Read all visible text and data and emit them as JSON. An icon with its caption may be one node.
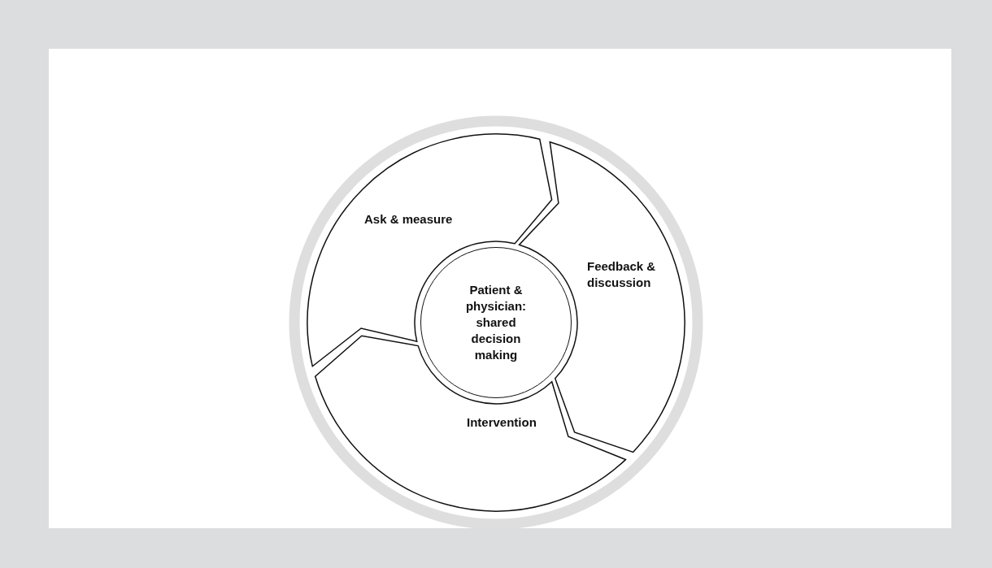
{
  "diagram": {
    "nodes": [
      {
        "text": [
          "Ask & measure"
        ]
      },
      {
        "text": [
          "Feedback & discussion"
        ]
      },
      {
        "text": [
          "Intervention"
        ]
      },
      {
        "text": [
          "Patient & physician: shared decision making"
        ]
      }
    ]
  }
}
